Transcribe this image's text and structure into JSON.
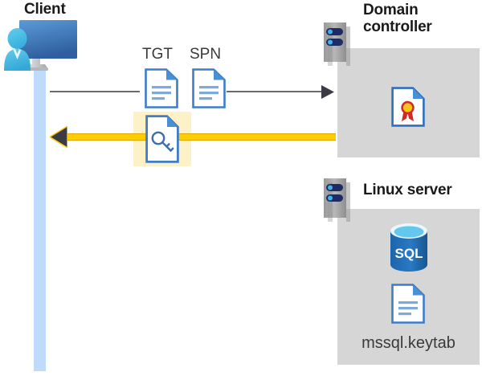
{
  "diagram": {
    "title": "Kerberos authentication flow between client, domain controller and Linux server",
    "background_color": "#ffffff"
  },
  "actors": {
    "client": {
      "label": "Client",
      "icon": "user-with-monitor-icon",
      "lifeline_color": "#bfdbfb"
    },
    "domain_controller": {
      "label_line1": "Domain",
      "label_line2": "controller",
      "icon": "server-tower-icon",
      "panel_color": "#d6d6d6",
      "contents": [
        {
          "icon": "certificate-document-icon",
          "label": ""
        }
      ]
    },
    "linux_server": {
      "label": "Linux server",
      "icon": "server-tower-icon",
      "panel_color": "#d6d6d6",
      "contents": [
        {
          "icon": "sql-database-icon",
          "label": "SQL"
        },
        {
          "icon": "document-icon",
          "label": "mssql.keytab"
        }
      ]
    }
  },
  "messages": {
    "request": {
      "labels": [
        "TGT",
        "SPN"
      ],
      "icons": [
        "document-icon",
        "document-icon"
      ],
      "line_color": "#6a6a72",
      "direction": "client-to-domain-controller"
    },
    "response": {
      "icon": "key-document-icon",
      "highlight_color": "#fdf2c7",
      "line_color": "#ffcc00",
      "arrowhead_color": "#3b3b46",
      "direction": "domain-controller-to-client"
    }
  },
  "colors": {
    "accent_blue": "#3e7dc8",
    "document_fill": "#ffffff",
    "document_border": "#3e7dc8",
    "document_fold": "#4a8fd4",
    "document_lines": "#7fa9dd",
    "sql_blue": "#1f6cb4",
    "sql_blue_light": "#63c7ee",
    "certificate_red": "#cf2b2b",
    "certificate_gold": "#f5c518",
    "panel_gray": "#d6d6d6",
    "server_gray_dark": "#8c8c8c",
    "server_gray_light": "#b9b9b9",
    "server_dot_navy": "#1f2b63",
    "server_dot_cyan": "#3fb4e8",
    "yellow": "#ffcc00",
    "yellow_edge": "#e0a800",
    "text_dark": "#1a1a1a",
    "text_gray": "#3a3a3a"
  }
}
